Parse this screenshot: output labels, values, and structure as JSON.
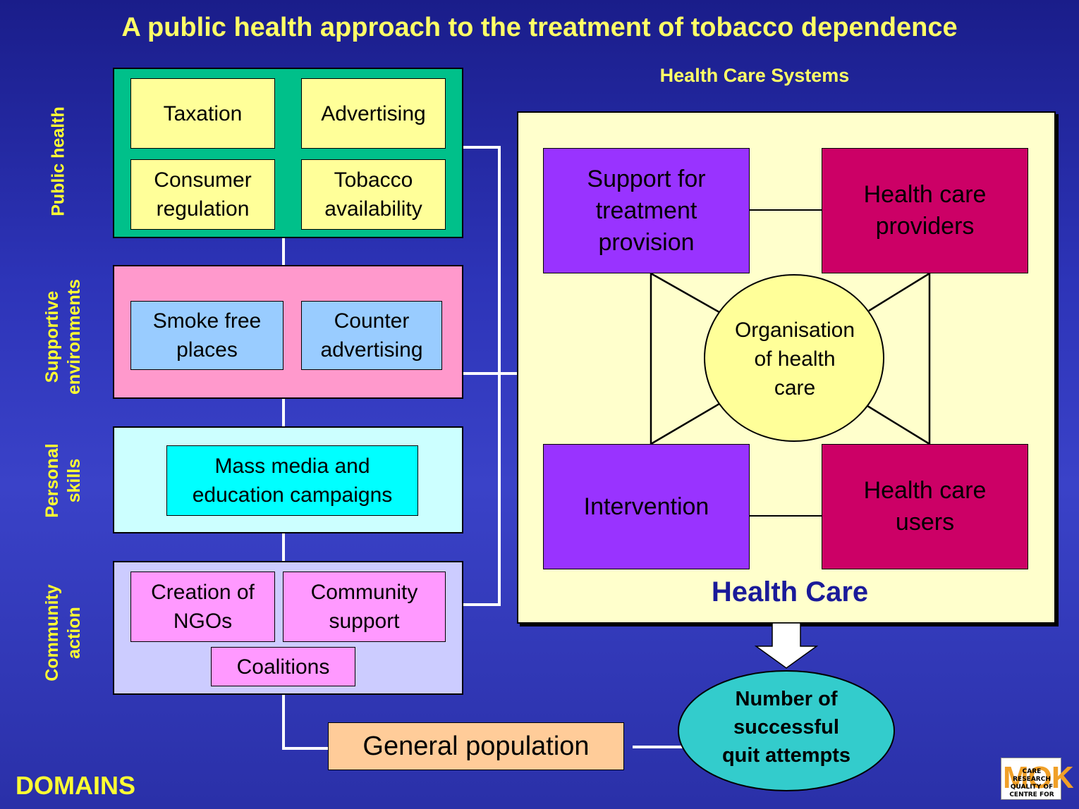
{
  "title": "A public health approach to the treatment of tobacco dependence",
  "health_care_systems_label": "Health Care Systems",
  "domains_footer": "DOMAINS",
  "domains": [
    {
      "label": "Public health",
      "boxes": [
        "Taxation",
        "Advertising",
        "Consumer\nregulation",
        "Tobacco\navailability"
      ]
    },
    {
      "label": "Supportive\nenvironments",
      "boxes": [
        "Smoke free\nplaces",
        "Counter\nadvertising"
      ]
    },
    {
      "label": "Personal\nskills",
      "boxes": [
        "Mass media and\neducation campaigns"
      ]
    },
    {
      "label": "Community\naction",
      "boxes": [
        "Creation of\nNGOs",
        "Community\nsupport",
        "Coalitions"
      ]
    }
  ],
  "health_care": {
    "title": "Health Care",
    "support": "Support for\ntreatment\nprovision",
    "providers": "Health care\nproviders",
    "intervention": "Intervention",
    "users": "Health care\nusers",
    "organisation": "Organisation\nof health\ncare"
  },
  "outcome": "Number of\nsuccessful\nquit attempts",
  "general_population": "General population",
  "logo": {
    "big": "MOK",
    "small": "CARE RESEARCH\nQUALITY OF\nCENTRE FOR"
  },
  "colors": {
    "background": "#2d34b8",
    "title": "#ffff66",
    "public_health_panel": "#00c08a",
    "public_health_box": "#ffff99",
    "supportive_panel": "#ff99cc",
    "supportive_box": "#99ccff",
    "personal_panel": "#ccffff",
    "personal_box": "#00ffff",
    "community_panel": "#ccccff",
    "community_box": "#ff99ff",
    "health_care_panel": "#ffffcc",
    "purple_box": "#9933ff",
    "crimson_box": "#cc0066",
    "ellipse": "#ffff99",
    "outcome": "#33cccc",
    "general_population": "#ffcc99"
  }
}
